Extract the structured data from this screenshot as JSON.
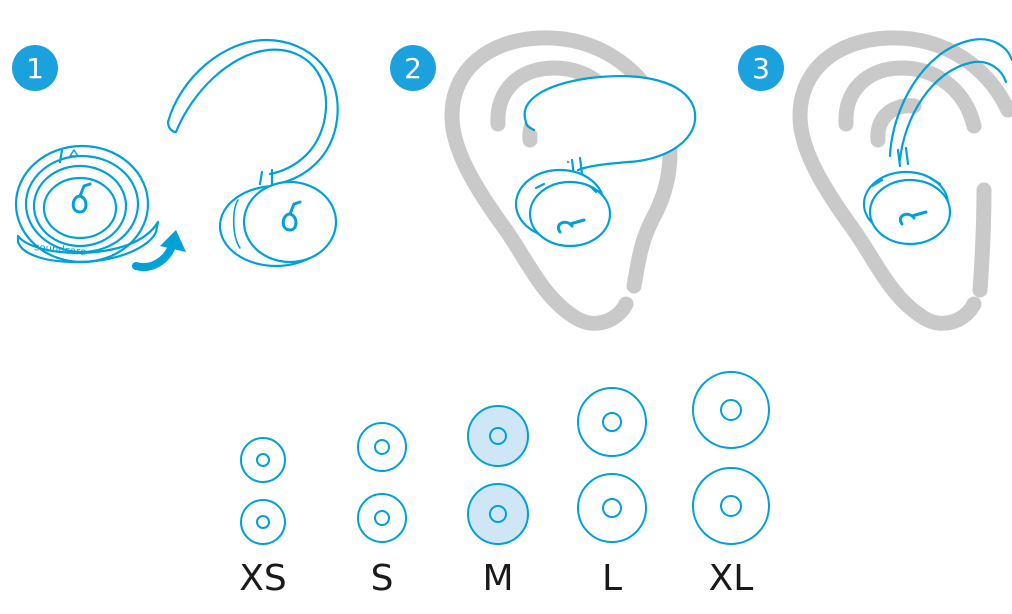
{
  "steps": [
    {
      "number": "1"
    },
    {
      "number": "2"
    },
    {
      "number": "3"
    }
  ],
  "brand_logo_text": "soundcore",
  "ear_tip_sizes": [
    {
      "label": "XS",
      "selected": false
    },
    {
      "label": "S",
      "selected": false
    },
    {
      "label": "M",
      "selected": true
    },
    {
      "label": "L",
      "selected": false
    },
    {
      "label": "XL",
      "selected": false
    }
  ],
  "colors": {
    "accent": "#00a0d8",
    "badge": "#1ba1dd",
    "ear_outline": "#c9c9c9",
    "selected_fill": "#cfe6f6",
    "label": "#1a1a1a"
  }
}
